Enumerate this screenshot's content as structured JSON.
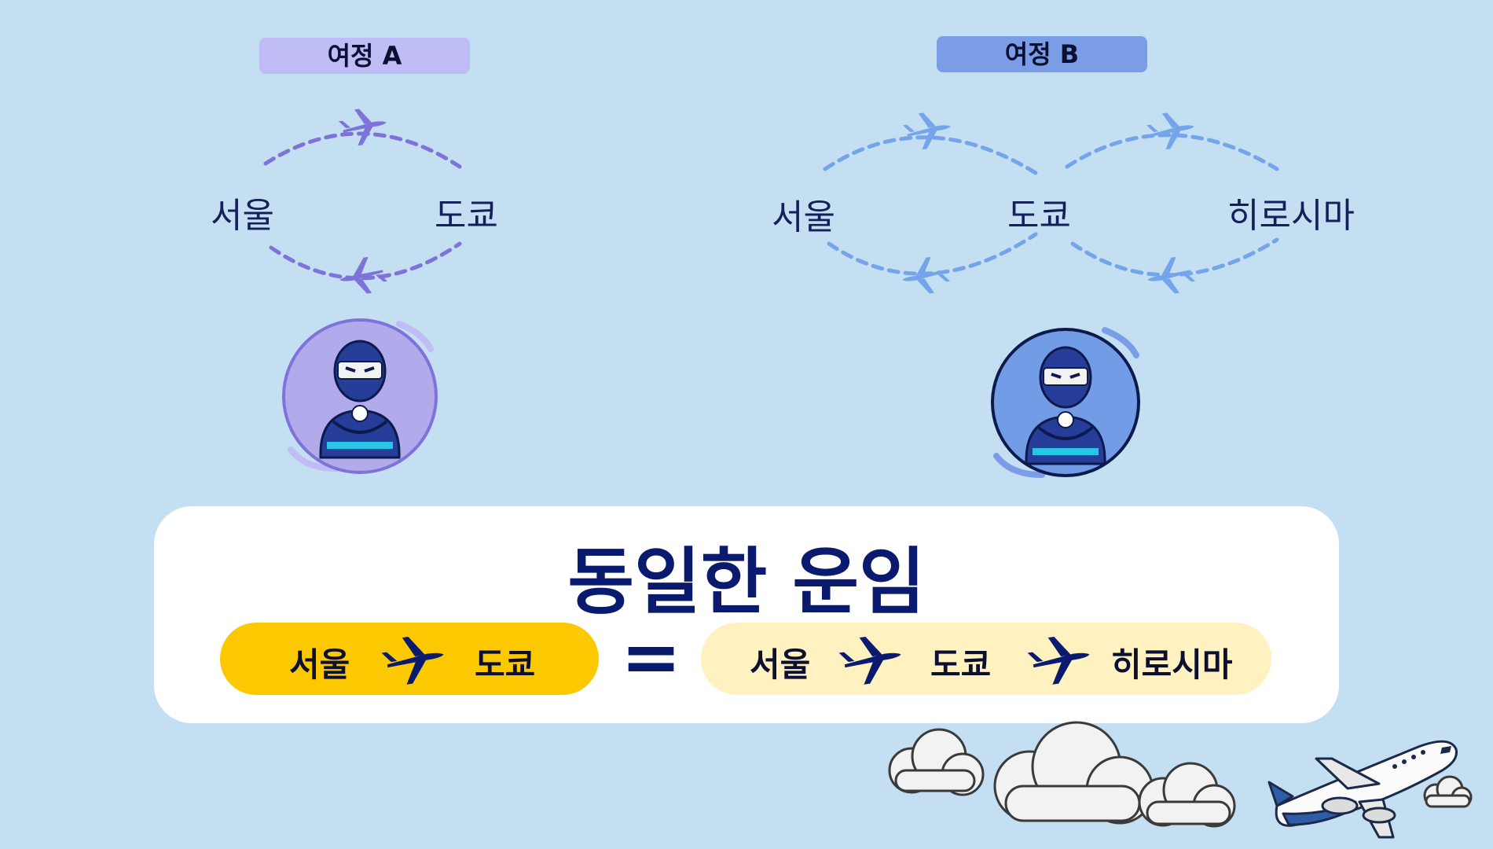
{
  "journey_a": {
    "label": "여정 A",
    "cities": [
      "서울",
      "도쿄"
    ]
  },
  "journey_b": {
    "label": "여정 B",
    "cities": [
      "서울",
      "도쿄",
      "히로시마"
    ]
  },
  "summary": {
    "title": "동일한 운임",
    "equals": "=",
    "fare_a": [
      "서울",
      "도쿄"
    ],
    "fare_b": [
      "서울",
      "도쿄",
      "히로시마"
    ]
  },
  "colors": {
    "background": "#c4def2",
    "journey_a_accent": "#bfbcf6",
    "journey_a_route": "#7d73d8",
    "journey_b_accent": "#7b9de8",
    "journey_b_route": "#74a5ea",
    "fare_a_bg": "#fcc800",
    "fare_b_bg": "#fff2c0",
    "title": "#0a1a6e"
  },
  "icons": [
    "airplane-icon",
    "ninja-traveler-icon",
    "cloud-icon",
    "airliner-illustration"
  ]
}
